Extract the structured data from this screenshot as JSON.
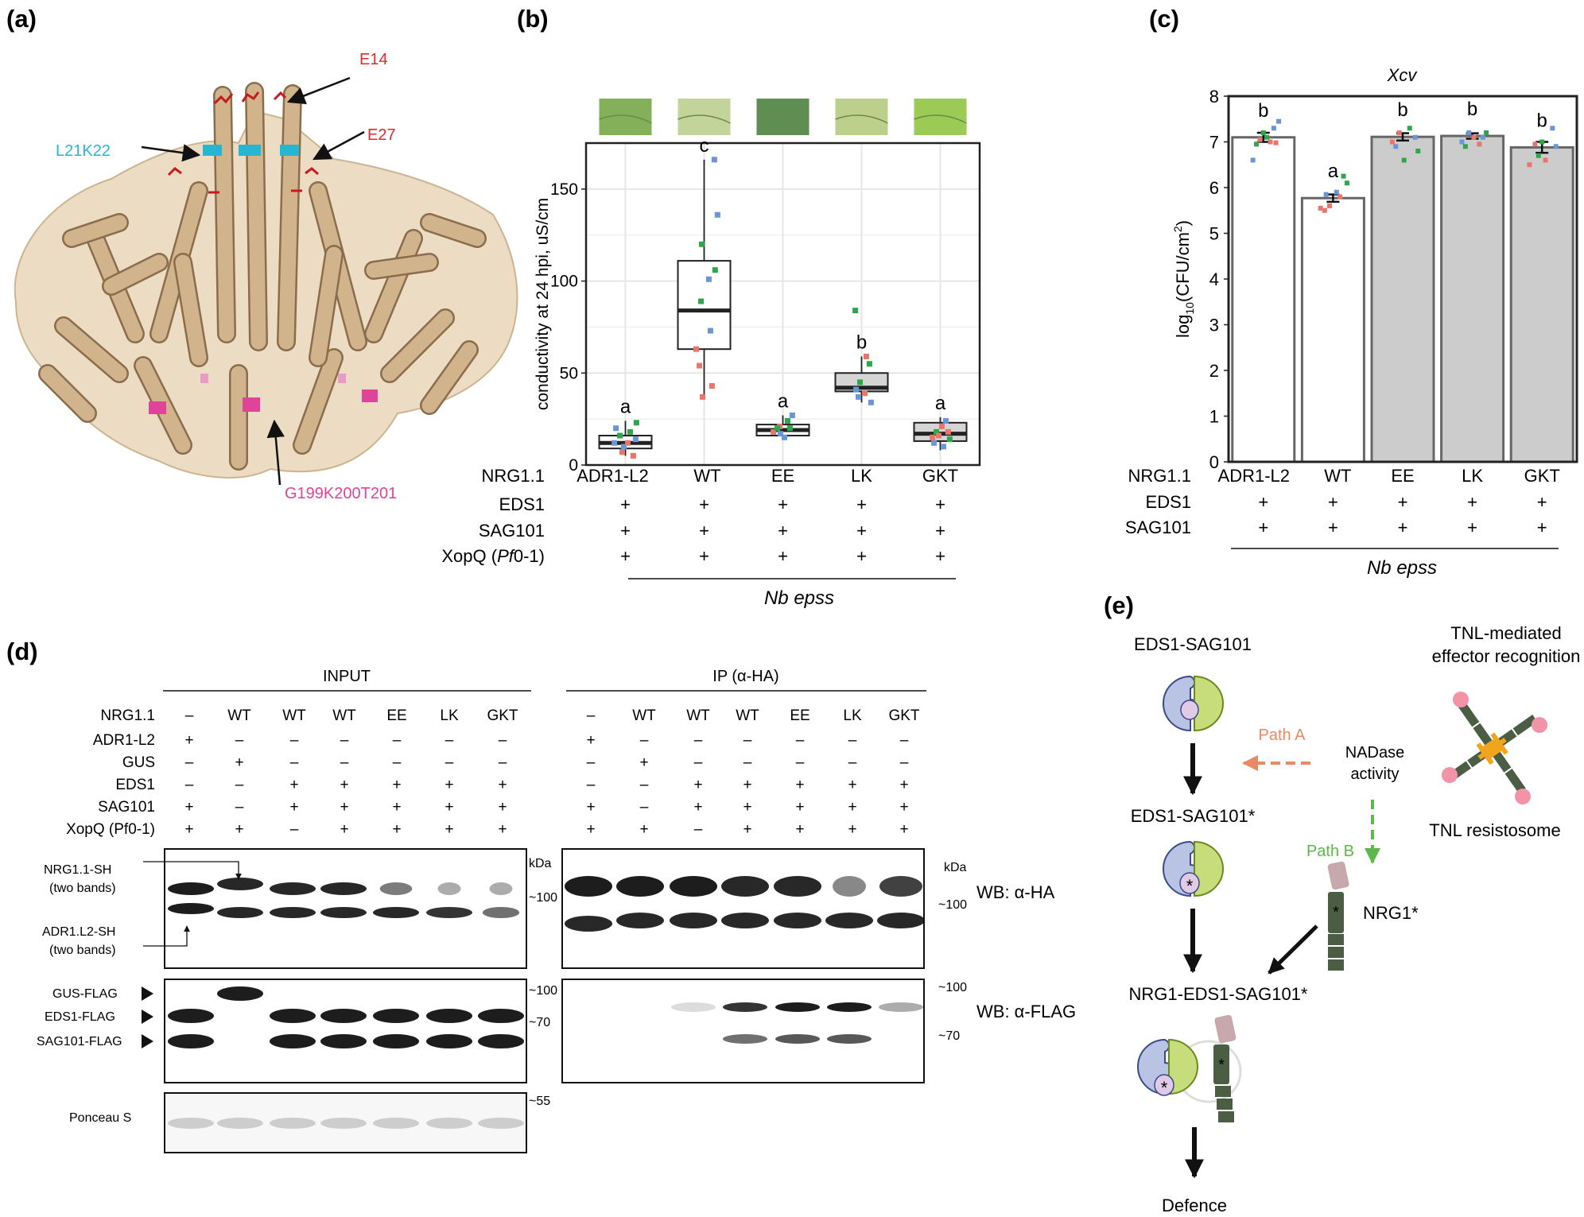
{
  "panels": {
    "a": {
      "label": "(a)",
      "annotations": [
        {
          "text": "E14",
          "color": "#e0282d"
        },
        {
          "text": "L21K22",
          "color": "#27b6d1"
        },
        {
          "text": "E27",
          "color": "#e0282d"
        },
        {
          "text": "G199K200T201",
          "color": "#e0439a"
        }
      ]
    },
    "b": {
      "label": "(b)",
      "row_labels": [
        "NRG1.1",
        "EDS1",
        "SAG101",
        "XopQ (",
        "Pf",
        "0-1)"
      ],
      "group_label": "Nb epss",
      "plus": "+"
    },
    "c": {
      "label": "(c)",
      "title": "Xcv",
      "row_labels": [
        "NRG1.1",
        "EDS1",
        "SAG101"
      ],
      "group_label": "Nb epss",
      "plus": "+"
    },
    "d": {
      "label": "(d)",
      "input_title": "INPUT",
      "ip_title": "IP (α-HA)",
      "rows": [
        {
          "label": "NRG1.1",
          "input": [
            "–",
            "WT",
            "WT",
            "WT",
            "EE",
            "LK",
            "GKT"
          ],
          "ip": [
            "–",
            "WT",
            "WT",
            "WT",
            "EE",
            "LK",
            "GKT"
          ]
        },
        {
          "label": "ADR1-L2",
          "input": [
            "+",
            "–",
            "–",
            "–",
            "–",
            "–",
            "–"
          ],
          "ip": [
            "+",
            "–",
            "–",
            "–",
            "–",
            "–",
            "–"
          ]
        },
        {
          "label": "GUS",
          "input": [
            "–",
            "+",
            "–",
            "–",
            "–",
            "–",
            "–"
          ],
          "ip": [
            "–",
            "+",
            "–",
            "–",
            "–",
            "–",
            "–"
          ]
        },
        {
          "label": "EDS1",
          "input": [
            "–",
            "–",
            "+",
            "+",
            "+",
            "+",
            "+"
          ],
          "ip": [
            "–",
            "–",
            "+",
            "+",
            "+",
            "+",
            "+"
          ]
        },
        {
          "label": "SAG101",
          "input": [
            "+",
            "–",
            "+",
            "+",
            "+",
            "+",
            "+"
          ],
          "ip": [
            "+",
            "–",
            "+",
            "+",
            "+",
            "+",
            "+"
          ]
        },
        {
          "label": "XopQ (Pf0-1)",
          "input": [
            "+",
            "+",
            "–",
            "+",
            "+",
            "+",
            "+"
          ],
          "ip": [
            "+",
            "+",
            "–",
            "+",
            "+",
            "+",
            "+"
          ]
        }
      ],
      "blot_labels": {
        "nrg_sh": "NRG1.1-SH",
        "nrg_two": "(two bands)",
        "adr_sh": "ADR1.L2-SH",
        "adr_two": "(two bands)",
        "gus_flag": "GUS-FLAG",
        "eds1_flag": "EDS1-FLAG",
        "sag101_flag": "SAG101-FLAG",
        "ponceau": "Ponceau S"
      },
      "kda": "kDa",
      "markers": {
        "m100": "~100",
        "m70": "~70",
        "m55": "~55"
      },
      "wb_ha": "WB: α-HA",
      "wb_flag": "WB: α-FLAG"
    },
    "e": {
      "label": "(e)",
      "eds1_sag101": "EDS1-SAG101",
      "eds1_sag101_star": "EDS1-SAG101*",
      "tnl_title_1": "TNL-mediated",
      "tnl_title_2": "effector recognition",
      "path_a": "Path A",
      "path_b": "Path B",
      "nadase_1": "NADase",
      "nadase_2": "activity",
      "tnl_resistosome": "TNL resistosome",
      "nrg1_star": "NRG1*",
      "complex": "NRG1-EDS1-SAG101*",
      "defence": "Defence",
      "star": "*",
      "colors": {
        "path_a": "#e88a63",
        "path_b": "#5cb848",
        "eds_blue": "#b9c3e3",
        "sag_green": "#c7dc7a",
        "nrg_dark": "#4b5d43"
      }
    }
  },
  "chart_data": [
    {
      "type": "box",
      "panel": "b",
      "categories": [
        "ADR1-L2",
        "WT",
        "EE",
        "LK",
        "GKT"
      ],
      "ylabel": "conductivity at 24 hpi, uS/cm",
      "ylim": [
        0,
        175
      ],
      "yticks": [
        0,
        50,
        100,
        150
      ],
      "grid": true,
      "letters": [
        "a",
        "c",
        "a",
        "b",
        "a"
      ],
      "box_fill": [
        "#ffffff",
        "#ffffff",
        "#ffffff",
        "#d5d5d5",
        "#d5d5d5"
      ],
      "stats": [
        {
          "min": 5,
          "q1": 9,
          "median": 12,
          "q3": 16,
          "max": 24
        },
        {
          "min": 37,
          "q1": 63,
          "median": 84,
          "q3": 111,
          "max": 166
        },
        {
          "min": 14,
          "q1": 16,
          "median": 19,
          "q3": 22,
          "max": 27
        },
        {
          "min": 34,
          "q1": 40,
          "median": 42,
          "q3": 50,
          "max": 59
        },
        {
          "min": 8,
          "q1": 13,
          "median": 17,
          "q3": 23,
          "max": 26
        }
      ],
      "points": [
        [
          [
            0.96,
            7,
            "r"
          ],
          [
            1.1,
            5,
            "r"
          ],
          [
            0.86,
            12,
            "b"
          ],
          [
            0.93,
            16,
            "g"
          ],
          [
            1.06,
            18,
            "g"
          ],
          [
            1.14,
            23,
            "g"
          ],
          [
            0.98,
            10,
            "b"
          ],
          [
            1.13,
            14,
            "b"
          ],
          [
            0.88,
            20,
            "b"
          ],
          [
            1.03,
            12,
            "r"
          ]
        ],
        [
          [
            2.13,
            166,
            "b"
          ],
          [
            2.17,
            136,
            "b"
          ],
          [
            1.97,
            120,
            "g"
          ],
          [
            2.14,
            106,
            "g"
          ],
          [
            2.06,
            101,
            "b"
          ],
          [
            1.96,
            89,
            "g"
          ],
          [
            2.08,
            73,
            "b"
          ],
          [
            1.9,
            63,
            "r"
          ],
          [
            1.94,
            54,
            "r"
          ],
          [
            2.1,
            43,
            "r"
          ],
          [
            1.98,
            37,
            "r"
          ]
        ],
        [
          [
            2.88,
            18,
            "r"
          ],
          [
            2.96,
            21,
            "r"
          ],
          [
            3.06,
            24,
            "g"
          ],
          [
            3.12,
            27,
            "b"
          ],
          [
            3.02,
            15,
            "b"
          ],
          [
            2.93,
            20,
            "g"
          ],
          [
            3.09,
            20,
            "g"
          ],
          [
            2.97,
            17,
            "b"
          ]
        ],
        [
          [
            3.92,
            84,
            "g"
          ],
          [
            4.06,
            59,
            "r"
          ],
          [
            4.1,
            55,
            "g"
          ],
          [
            3.98,
            45,
            "g"
          ],
          [
            3.93,
            41,
            "b"
          ],
          [
            4.04,
            39,
            "r"
          ],
          [
            3.96,
            37,
            "b"
          ],
          [
            4.12,
            34,
            "b"
          ]
        ],
        [
          [
            4.9,
            15,
            "r"
          ],
          [
            4.95,
            18,
            "g"
          ],
          [
            5.02,
            21,
            "r"
          ],
          [
            5.12,
            14,
            "g"
          ],
          [
            5.07,
            24,
            "b"
          ],
          [
            4.92,
            12,
            "b"
          ],
          [
            5.1,
            18,
            "r"
          ],
          [
            5.04,
            10,
            "b"
          ],
          [
            4.98,
            16,
            "r"
          ]
        ]
      ],
      "leaf_colors": [
        "#84b05a",
        "#c2d49a",
        "#5f8e53",
        "#bcd08c",
        "#9ccb55"
      ]
    },
    {
      "type": "bar",
      "panel": "c",
      "title": "Xcv",
      "categories": [
        "ADR1-L2",
        "WT",
        "EE",
        "LK",
        "GKT"
      ],
      "values": [
        7.1,
        5.77,
        7.11,
        7.13,
        6.88
      ],
      "errors": [
        0.1,
        0.08,
        0.08,
        0.06,
        0.12
      ],
      "letters": [
        "b",
        "a",
        "b",
        "b",
        "b"
      ],
      "bar_fill": [
        "#ffffff",
        "#ffffff",
        "#cccccc",
        "#cccccc",
        "#cccccc"
      ],
      "ylabel": "log10(CFU/cm2)",
      "ylim": [
        0,
        8
      ],
      "yticks": [
        0,
        1,
        2,
        3,
        4,
        5,
        6,
        7,
        8
      ],
      "points": [
        [
          [
            0.85,
            6.6,
            "b"
          ],
          [
            0.9,
            6.95,
            "g"
          ],
          [
            1.0,
            7.2,
            "g"
          ],
          [
            1.1,
            7.0,
            "r"
          ],
          [
            1.15,
            7.3,
            "b"
          ],
          [
            1.22,
            7.45,
            "b"
          ],
          [
            0.95,
            7.05,
            "r"
          ],
          [
            1.05,
            7.1,
            "g"
          ],
          [
            1.18,
            6.98,
            "r"
          ]
        ],
        [
          [
            1.82,
            5.55,
            "r"
          ],
          [
            1.9,
            5.85,
            "b"
          ],
          [
            1.95,
            5.6,
            "r"
          ],
          [
            2.05,
            5.9,
            "b"
          ],
          [
            2.15,
            6.25,
            "g"
          ],
          [
            2.2,
            6.1,
            "g"
          ],
          [
            1.88,
            5.5,
            "r"
          ],
          [
            2.1,
            5.8,
            "r"
          ]
        ],
        [
          [
            2.85,
            7.0,
            "r"
          ],
          [
            2.95,
            7.2,
            "r"
          ],
          [
            3.02,
            6.6,
            "g"
          ],
          [
            3.1,
            7.3,
            "g"
          ],
          [
            3.18,
            7.1,
            "b"
          ],
          [
            2.9,
            6.9,
            "b"
          ],
          [
            3.22,
            6.8,
            "g"
          ]
        ],
        [
          [
            3.85,
            7.0,
            "b"
          ],
          [
            3.95,
            7.2,
            "b"
          ],
          [
            4.02,
            7.1,
            "r"
          ],
          [
            4.1,
            6.95,
            "r"
          ],
          [
            4.2,
            7.2,
            "g"
          ],
          [
            3.9,
            6.9,
            "g"
          ],
          [
            4.15,
            7.1,
            "b"
          ]
        ],
        [
          [
            4.82,
            6.5,
            "r"
          ],
          [
            4.9,
            6.95,
            "r"
          ],
          [
            5.0,
            7.0,
            "g"
          ],
          [
            5.05,
            6.6,
            "r"
          ],
          [
            5.15,
            7.3,
            "b"
          ],
          [
            5.2,
            6.9,
            "b"
          ],
          [
            4.95,
            6.7,
            "g"
          ]
        ]
      ]
    }
  ]
}
